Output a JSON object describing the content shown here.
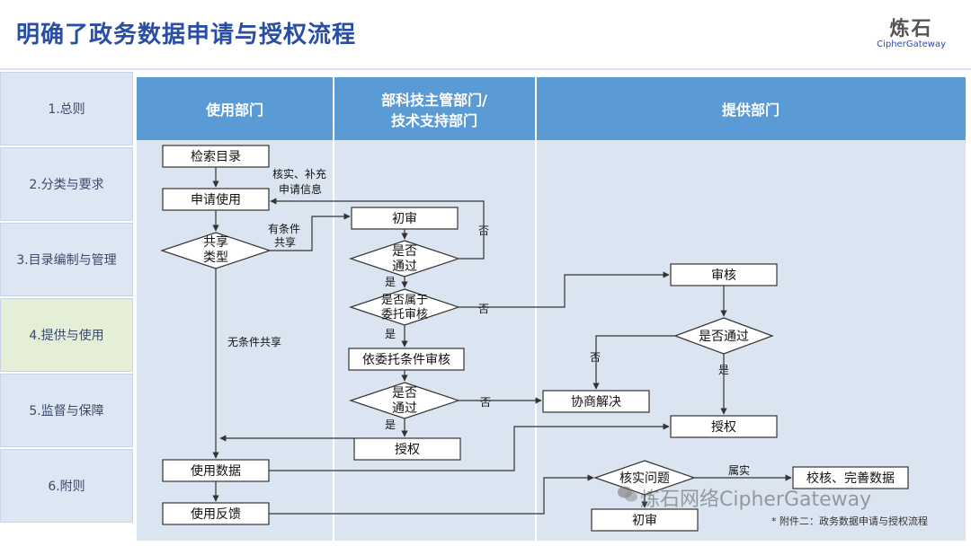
{
  "title": "明确了政务数据申请与授权流程",
  "logo": {
    "cn": "炼石",
    "en": "CipherGateway"
  },
  "nav": [
    "1.总则",
    "2.分类与要求",
    "3.目录编制与管理",
    "4.提供与使用",
    "5.监督与保障",
    "6.附则"
  ],
  "nav_active": 3,
  "columns": [
    "使用部门",
    "部科技主管部门/",
    "技术支持部门",
    "提供部门"
  ],
  "nodes": {
    "search": "检索目录",
    "apply": "申请使用",
    "share_type_1": "共享",
    "share_type_2": "类型",
    "first_review": "初审",
    "pass1_1": "是否",
    "pass1_2": "通过",
    "entrust_1": "是否属于",
    "entrust_2": "委托审核",
    "entrust_review": "依委托条件审核",
    "pass2_1": "是否",
    "pass2_2": "通过",
    "authorize_mid": "授权",
    "use_data": "使用数据",
    "feedback": "使用反馈",
    "audit": "审核",
    "audit_pass": "是否通过",
    "negotiate": "协商解决",
    "authorize_right": "授权",
    "verify": "核实问题",
    "correct": "校核、完善数据",
    "first_review_2": "初审"
  },
  "labels": {
    "verify_supplement_1": "核实、补充",
    "verify_supplement_2": "申请信息",
    "conditional_1": "有条件",
    "conditional_2": "共享",
    "unconditional": "无条件共享",
    "no": "否",
    "yes": "是",
    "true_fact": "属实"
  },
  "watermark": "炼石网络CipherGateway",
  "footnote": "* 附件二：政务数据申请与授权流程"
}
